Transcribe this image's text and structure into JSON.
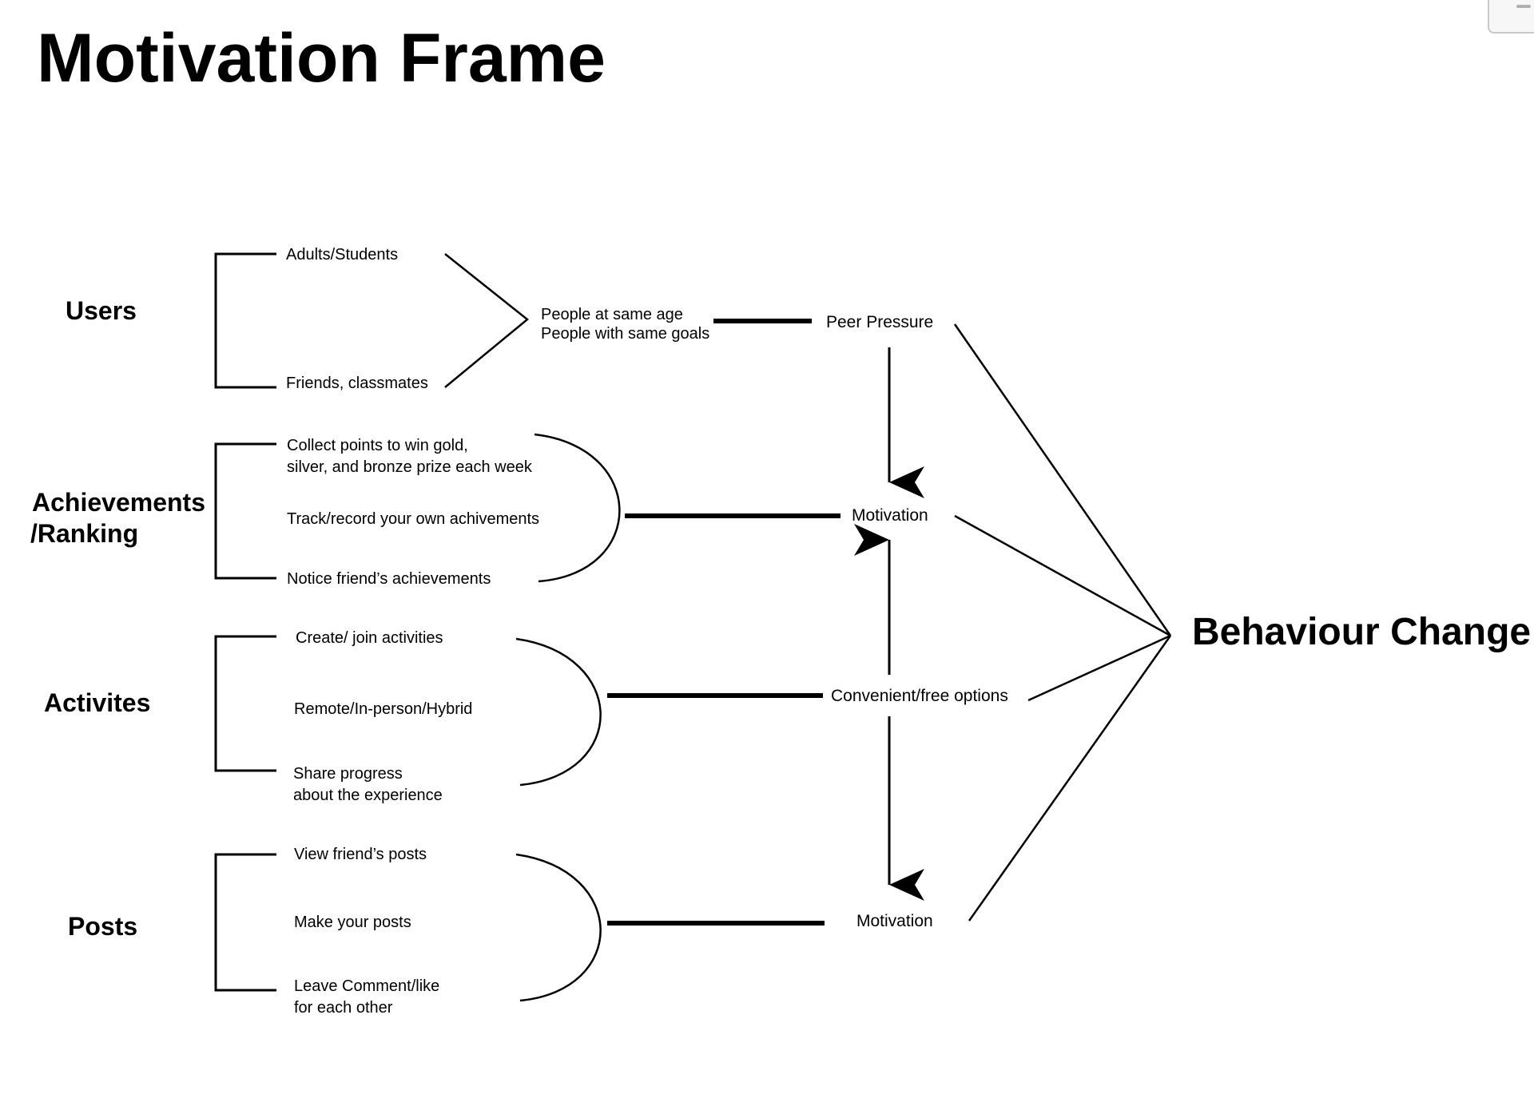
{
  "title": "Motivation Frame",
  "categories": {
    "users": "Users",
    "achievements_line1": "Achievements",
    "achievements_line2": "/Ranking",
    "activities": "Activites",
    "posts": "Posts"
  },
  "users_items": {
    "item1": "Adults/Students",
    "item2": "Friends, classmates"
  },
  "people_node": {
    "line1": "People at same age",
    "line2": "People with same goals"
  },
  "achievements_items": {
    "item1_line1": "Collect points to win gold,",
    "item1_line2": "silver, and bronze prize each week",
    "item2": "Track/record your own achivements",
    "item3": "Notice friend’s achievements"
  },
  "activities_items": {
    "item1": "Create/ join activities",
    "item2": "Remote/In-person/Hybrid",
    "item3_line1": "Share progress",
    "item3_line2": "about the experience"
  },
  "posts_items": {
    "item1": "View friend’s posts",
    "item2": "Make your posts",
    "item3_line1": "Leave Comment/like",
    "item3_line2": "for each other"
  },
  "center_nodes": {
    "peer_pressure": "Peer Pressure",
    "motivation_achievements": "Motivation",
    "convenient_options": "Convenient/free options",
    "motivation_posts": "Motivation"
  },
  "result": "Behaviour Change"
}
